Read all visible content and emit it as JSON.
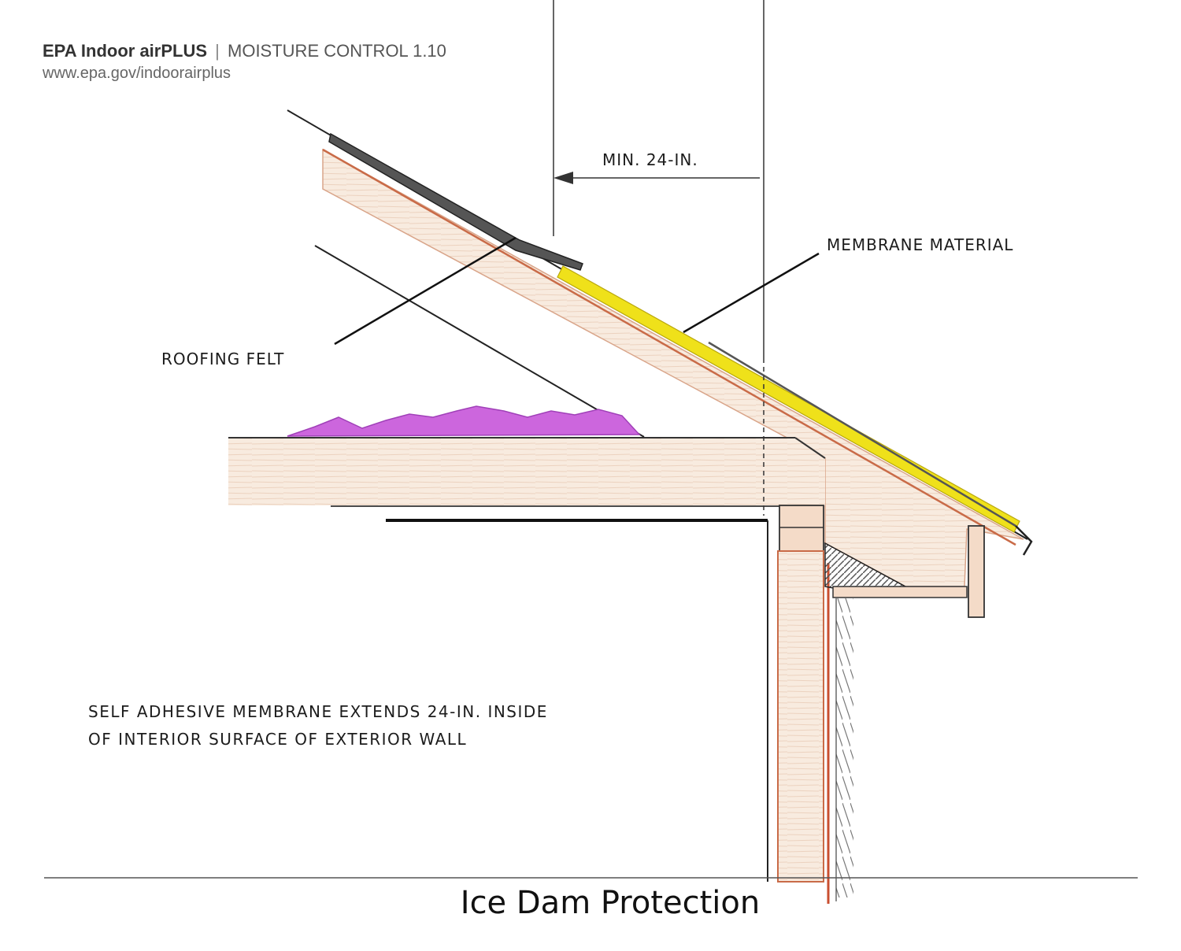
{
  "header": {
    "brand": "EPA Indoor airPLUS",
    "separator": "|",
    "section": "MOISTURE CONTROL 1.10",
    "url": "www.epa.gov/indoorairplus"
  },
  "labels": {
    "dimension": "MIN. 24-IN.",
    "membrane": "MEMBRANE MATERIAL",
    "felt": "ROOFING FELT",
    "note_line1": "SELF ADHESIVE MEMBRANE EXTENDS 24-IN. INSIDE",
    "note_line2": "OF INTERIOR SURFACE OF EXTERIOR WALL"
  },
  "caption": "Ice Dam Protection",
  "colors": {
    "wood": "#f7e9dd",
    "wood_edge": "#d9875f",
    "membrane": "#efe11a",
    "insulation": "#cc66dd",
    "line": "#2a2a2a"
  }
}
